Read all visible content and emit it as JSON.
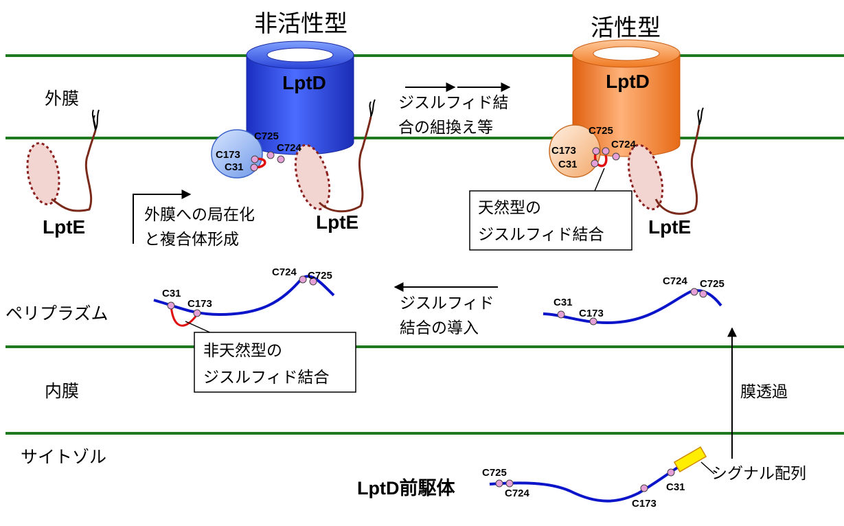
{
  "titles": {
    "inactive": "非活性型",
    "active": "活性型"
  },
  "regions": {
    "outer_membrane": "外膜",
    "periplasm": "ペリプラズム",
    "inner_membrane": "内膜",
    "cytosol": "サイトゾル"
  },
  "proteins": {
    "lptd": "LptD",
    "lpte": "LptE",
    "lptd_precursor": "LptD前駆体"
  },
  "residues": {
    "c31": "C31",
    "c173": "C173",
    "c724": "C724",
    "c725": "C725"
  },
  "arrows": {
    "rearrange_line1": "ジスルフィド結",
    "rearrange_line2": "合の組換え等",
    "localize_line1": "外膜への局在化",
    "localize_line2": "と複合体形成",
    "introduce_line1": "ジスルフィド",
    "introduce_line2": "結合の導入",
    "translocation": "膜透過"
  },
  "callouts": {
    "native_line1": "天然型の",
    "native_line2": "ジスルフィド結合",
    "nonnative_line1": "非天然型の",
    "nonnative_line2": "ジスルフィド結合",
    "signal": "シグナル配列"
  },
  "colors": {
    "membrane": "#1f7a1f",
    "inactive_barrel": "#2f4fe8",
    "active_barrel": "#f07a22",
    "chain": "#0a14c8",
    "disulfide": "#e01010",
    "cysteine": "#e6a0d8",
    "lpte_lipid": "#7a2a1a",
    "signal_peptide": "#ffee00"
  }
}
